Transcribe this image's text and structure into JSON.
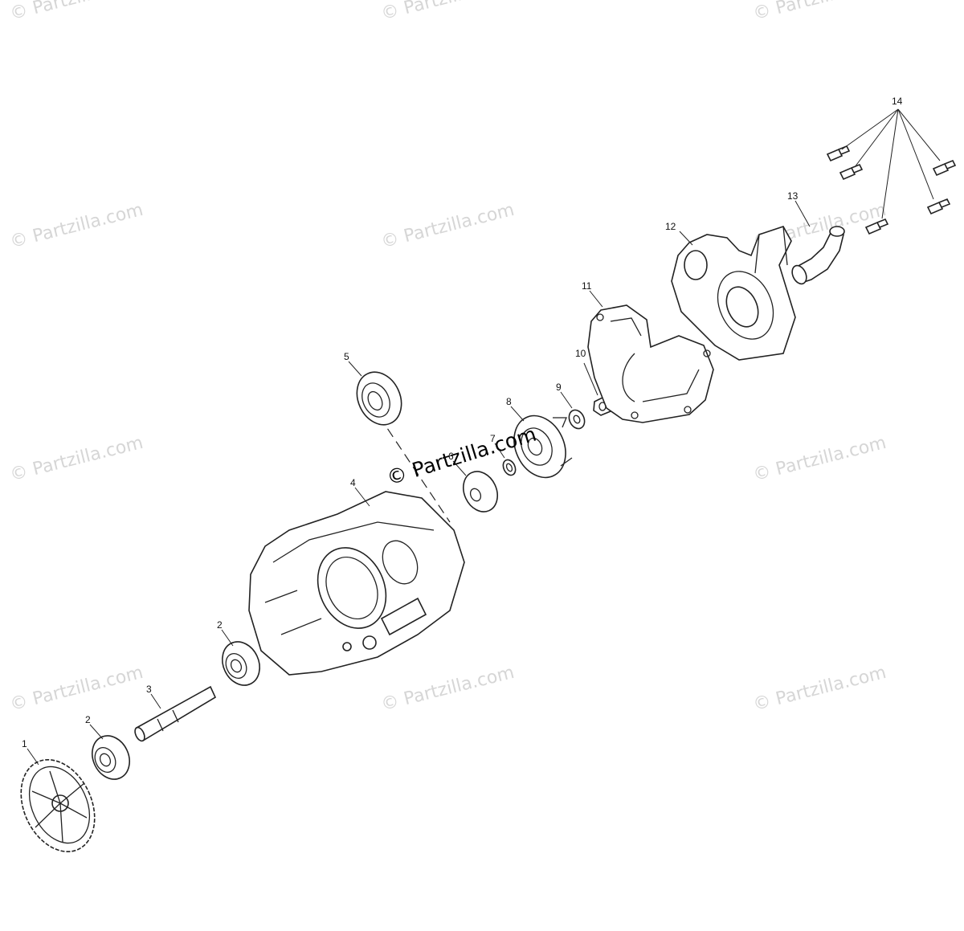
{
  "watermarks": [
    "© Partzilla.com",
    "© Partzilla.com",
    "© Partzilla.com",
    "© Partzilla.com",
    "© Partzilla.com",
    "© Partzilla.com",
    "© Partzilla.com",
    "© Partzilla.com",
    "© Partzilla.com",
    "© Partzilla.com",
    "© Partzilla.com"
  ],
  "center_watermark": "© Partzilla.com",
  "callouts": [
    "1",
    "2",
    "3",
    "2",
    "4",
    "5",
    "6",
    "7",
    "8",
    "9",
    "10",
    "11",
    "12",
    "13",
    "14"
  ]
}
